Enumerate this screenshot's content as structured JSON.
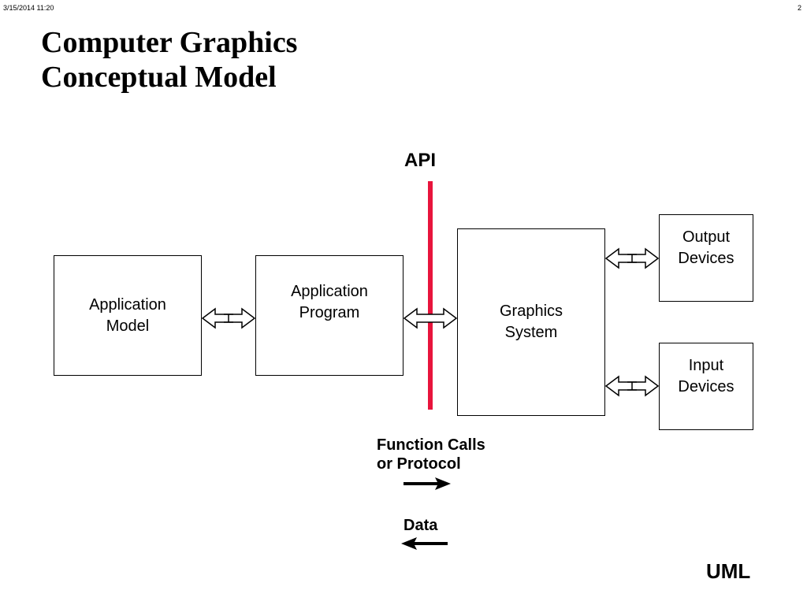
{
  "header": {
    "date": "3/15/2014   11:20",
    "page": "2"
  },
  "title": {
    "line1": "Computer Graphics",
    "line2": "Conceptual Model"
  },
  "api": {
    "label": "API",
    "color": "#e8143c"
  },
  "boxes": {
    "application_model": {
      "line1": "Application",
      "line2": "Model"
    },
    "application_program": {
      "line1": "Application",
      "line2": "Program"
    },
    "graphics_system": {
      "line1": "Graphics",
      "line2": "System"
    },
    "output_devices": {
      "line1": "Output",
      "line2": "Devices"
    },
    "input_devices": {
      "line1": "Input",
      "line2": "Devices"
    }
  },
  "legend": {
    "function_calls": {
      "line1": "Function Calls",
      "line2": "or Protocol"
    },
    "data": "Data"
  },
  "footer": {
    "label": "UML"
  }
}
